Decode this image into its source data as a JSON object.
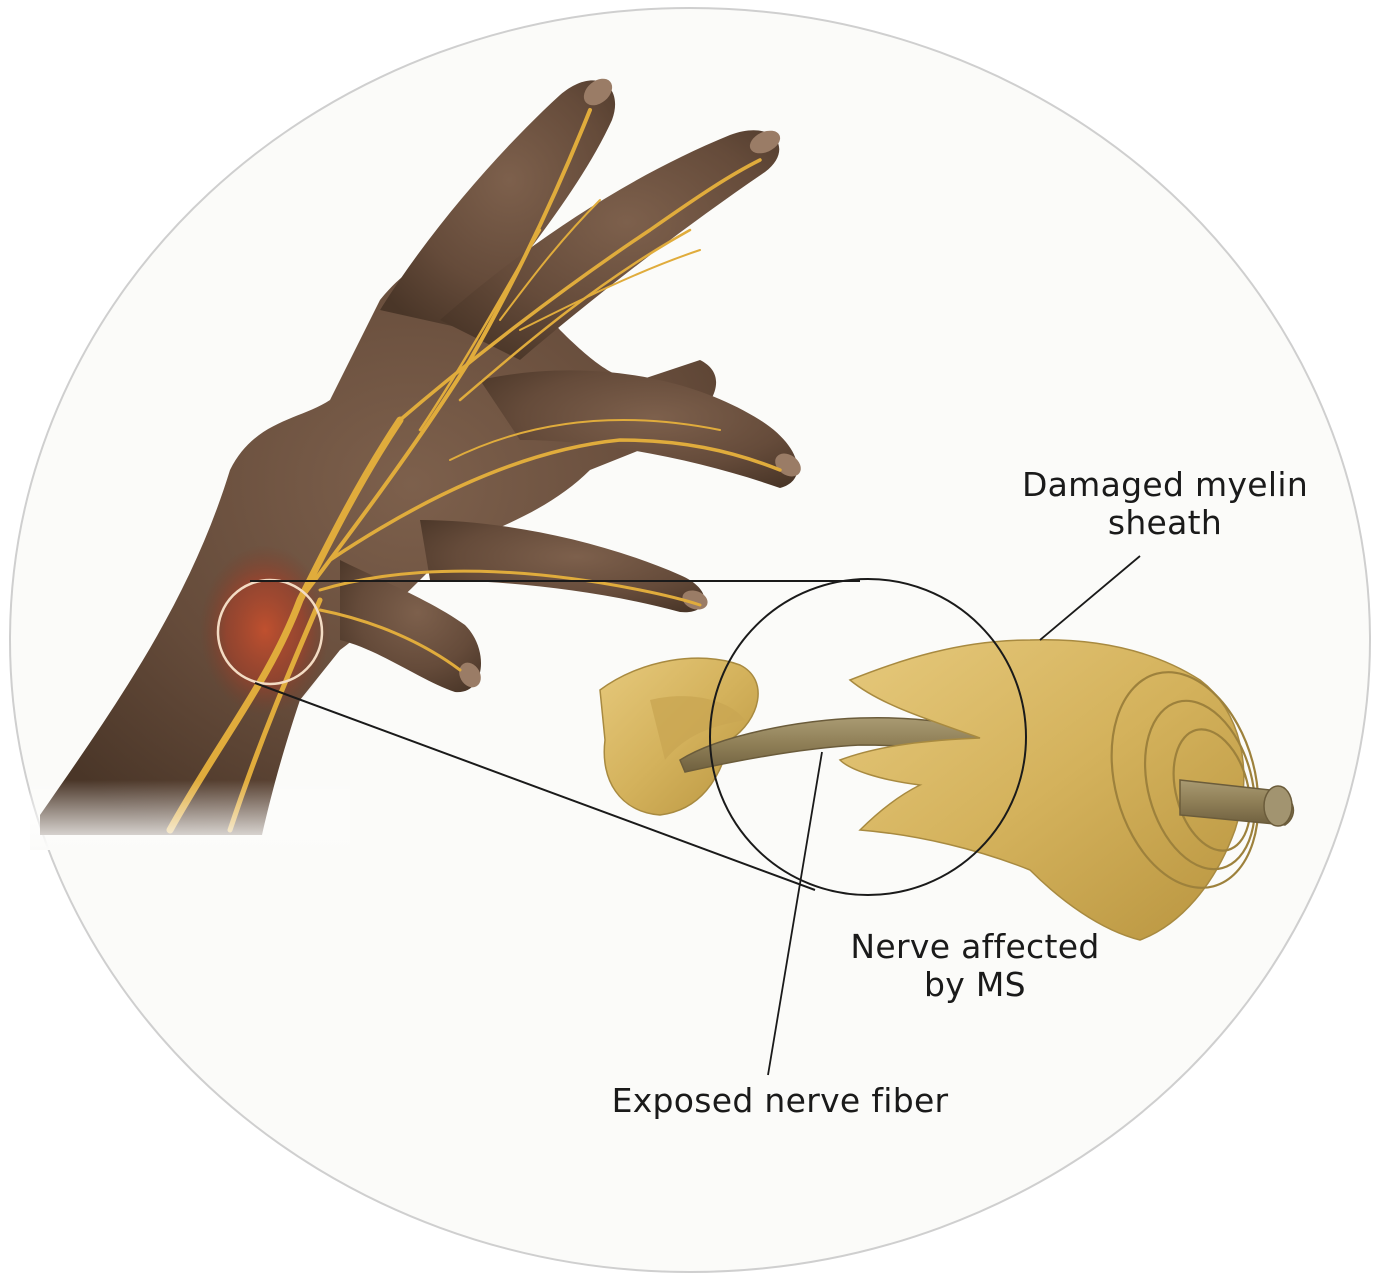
{
  "labels": {
    "damaged_myelin_line1": "Damaged myelin",
    "damaged_myelin_line2": "sheath",
    "nerve_affected_line1": "Nerve affected",
    "nerve_affected_line2": "by MS",
    "exposed_fiber": "Exposed nerve fiber"
  },
  "colors": {
    "background": "#ffffff",
    "circle_fill": "#fbfbf9",
    "circle_border": "#cfcfcf",
    "skin": "#6b5140",
    "skin_dark": "#4a3628",
    "nerve": "#e0ac3c",
    "inflammation": "#b2452a",
    "myelin": "#d8b865",
    "myelin_dark": "#a88a40",
    "axon": "#8f7f58",
    "leader_line": "#1a1a1a"
  }
}
